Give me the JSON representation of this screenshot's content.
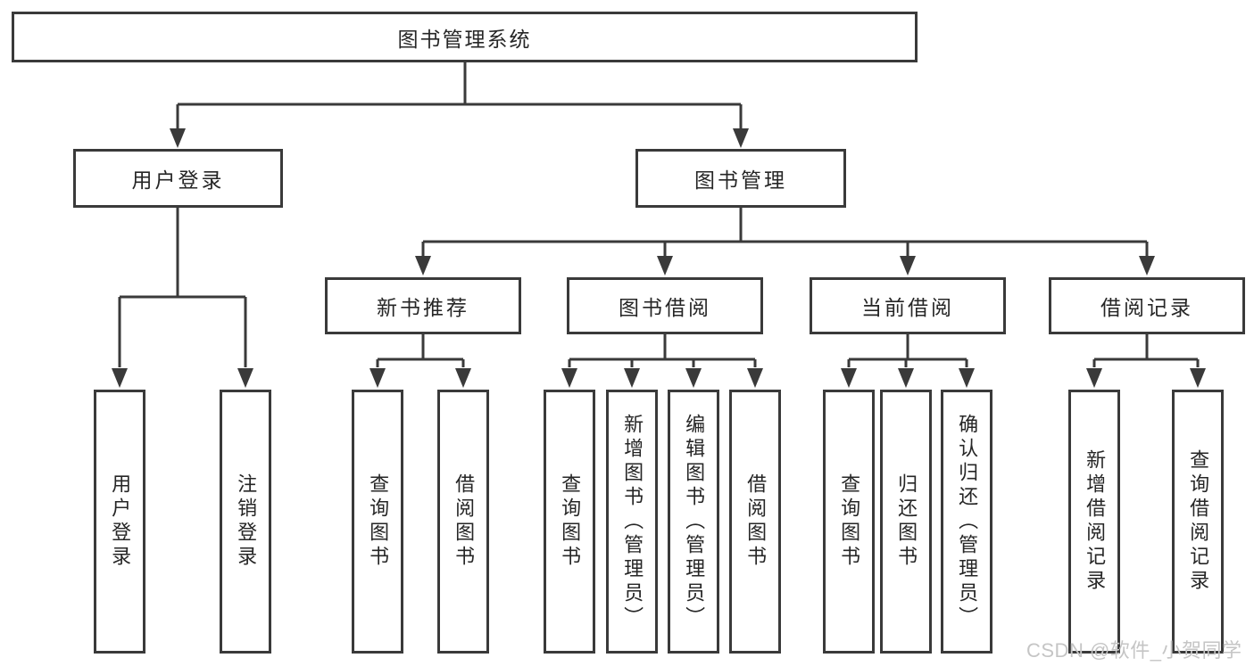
{
  "colors": {
    "line": "#3a3a3a",
    "box_border": "#3a3a3a",
    "box_fill": "#ffffff",
    "text": "#262626",
    "watermark": "#c5c5c5",
    "background": "#ffffff"
  },
  "tree": {
    "root": "图书管理系统",
    "branches": [
      {
        "label": "用户登录",
        "children": [
          "用户登录",
          "注销登录"
        ]
      },
      {
        "label": "图书管理",
        "groups": [
          {
            "label": "新书推荐",
            "children": [
              "查询图书",
              "借阅图书"
            ]
          },
          {
            "label": "图书借阅",
            "children": [
              "查询图书",
              "新增图书（管理员）",
              "编辑图书（管理员）",
              "借阅图书"
            ]
          },
          {
            "label": "当前借阅",
            "children": [
              "查询图书",
              "归还图书",
              "确认归还（管理员）"
            ]
          },
          {
            "label": "借阅记录",
            "children": [
              "新增借阅记录",
              "查询借阅记录"
            ]
          }
        ]
      }
    ]
  },
  "watermark": {
    "text": "CSDN @软件_小贺同学"
  }
}
